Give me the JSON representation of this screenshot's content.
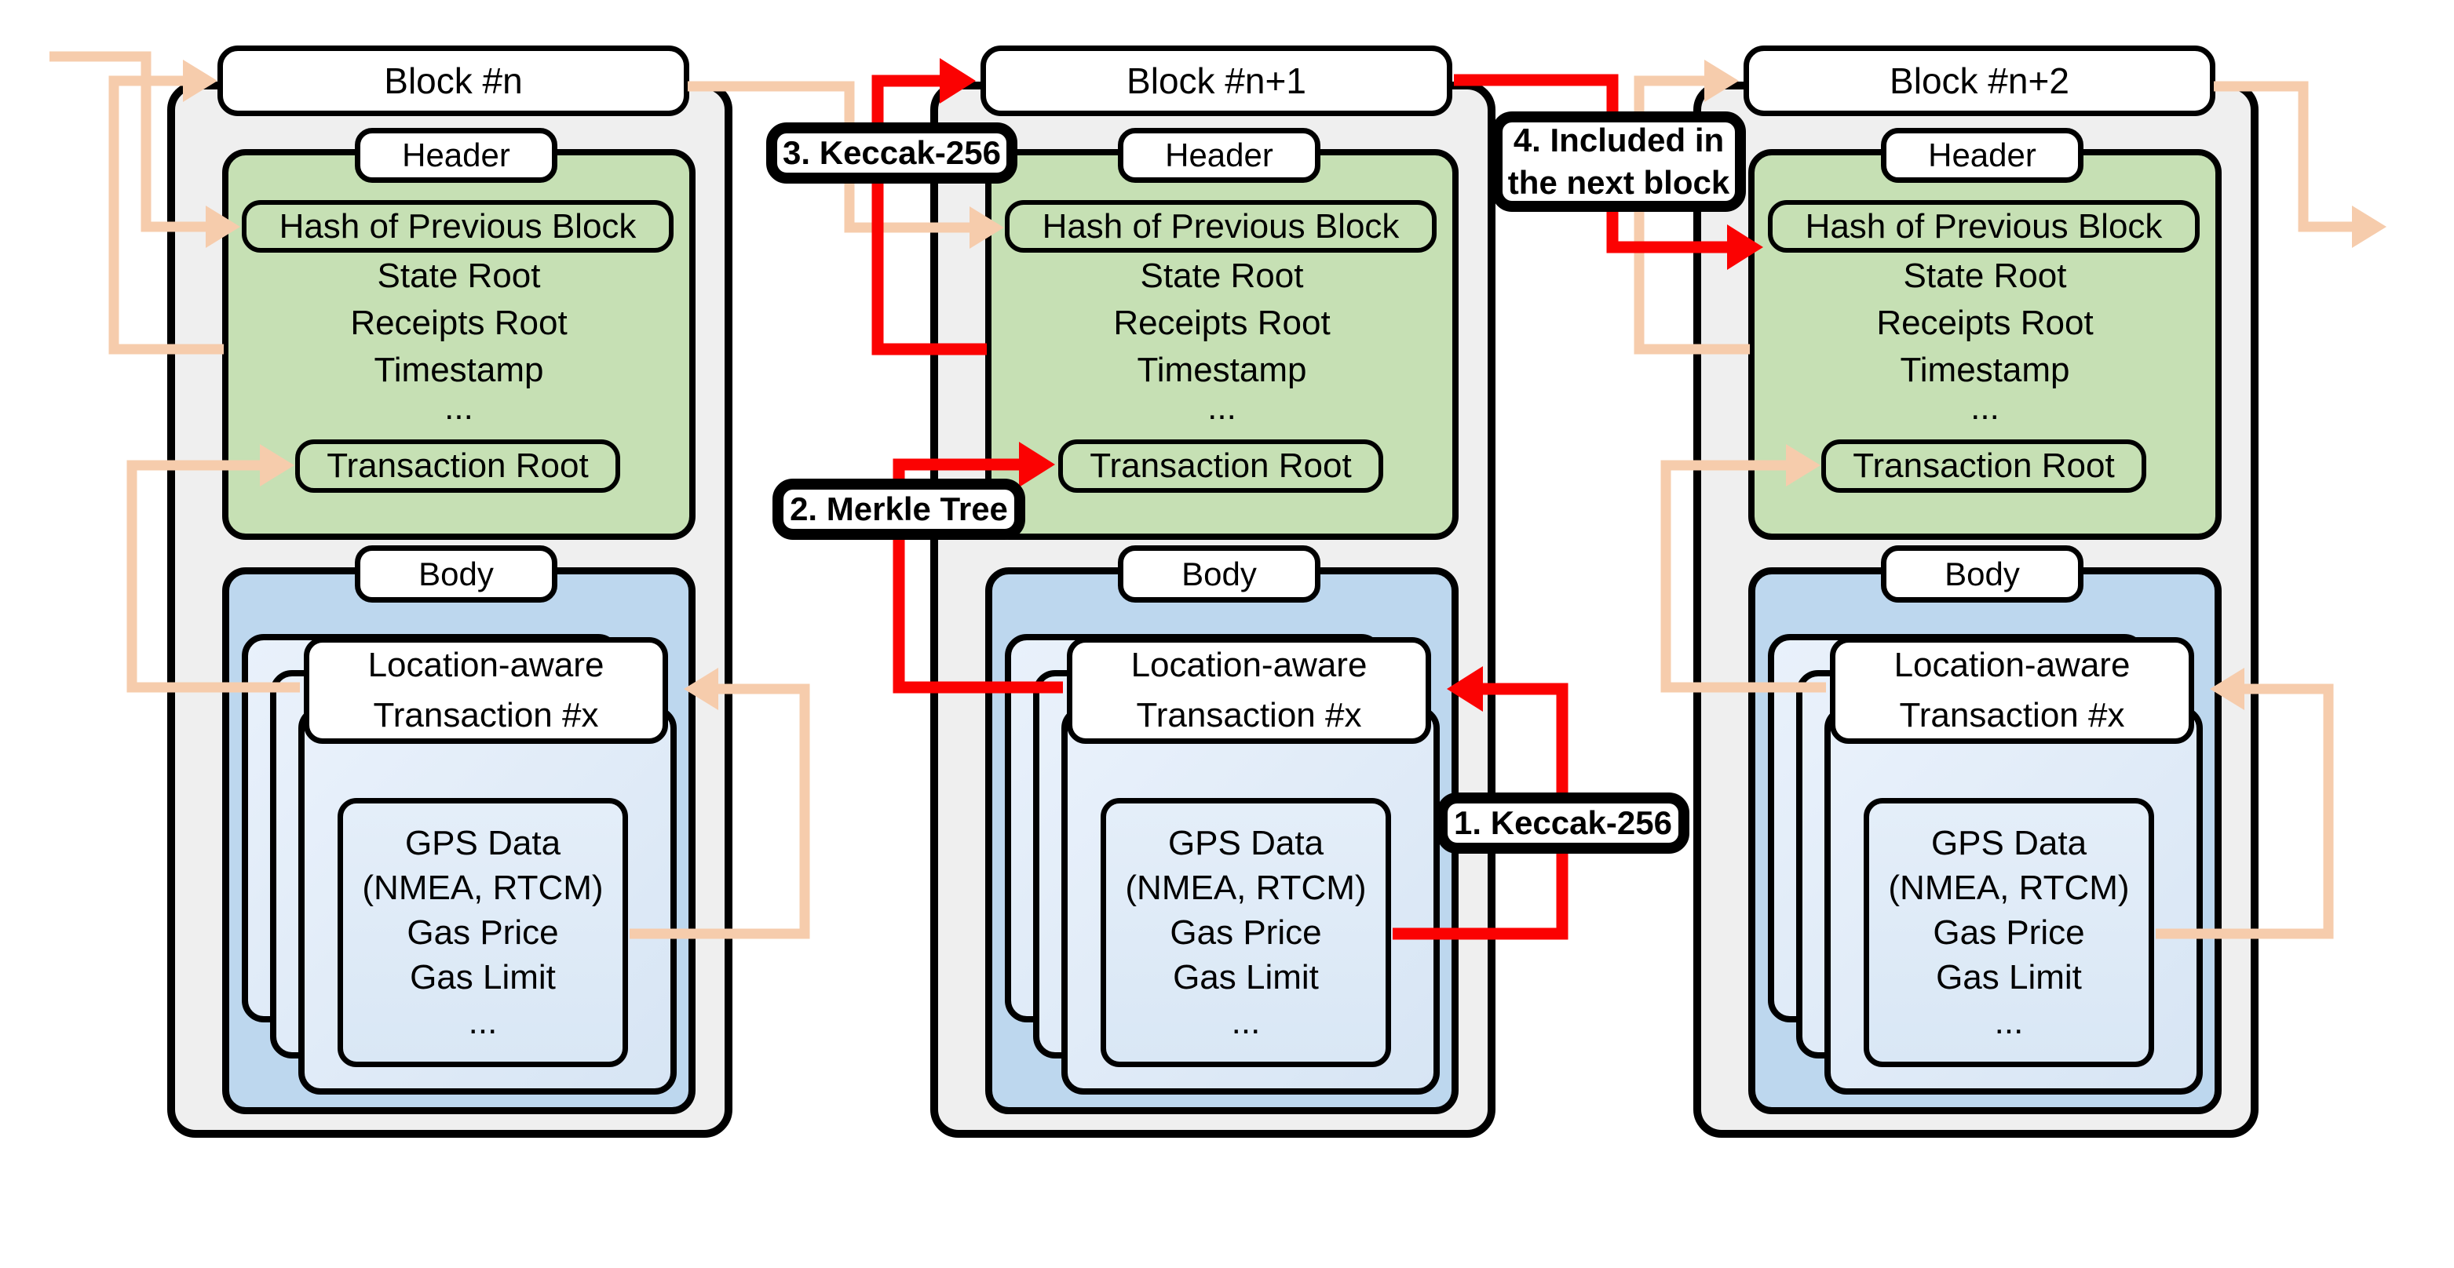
{
  "colors": {
    "arrow_red": "#fb0202",
    "arrow_peach": "#f6ccac",
    "header_green": "#c6e0b4",
    "body_blue": "#bdd7ee",
    "container_gray": "#efefef",
    "ink": "#000000"
  },
  "blocks": [
    {
      "title": "Block #n",
      "header": {
        "label": "Header",
        "hash_field": "Hash of Previous Block",
        "fields": [
          "State Root",
          "Receipts Root",
          "Timestamp",
          "..."
        ],
        "tx_root_field": "Transaction Root"
      },
      "body": {
        "label": "Body",
        "tx_line1": "Location-aware",
        "tx_line2": "Transaction #x",
        "gps_fields": [
          "GPS Data",
          "(NMEA, RTCM)",
          "Gas Price",
          "Gas Limit",
          "..."
        ]
      }
    },
    {
      "title": "Block #n+1",
      "header": {
        "label": "Header",
        "hash_field": "Hash of Previous Block",
        "fields": [
          "State Root",
          "Receipts Root",
          "Timestamp",
          "..."
        ],
        "tx_root_field": "Transaction Root"
      },
      "body": {
        "label": "Body",
        "tx_line1": "Location-aware",
        "tx_line2": "Transaction #x",
        "gps_fields": [
          "GPS Data",
          "(NMEA, RTCM)",
          "Gas Price",
          "Gas Limit",
          "..."
        ]
      }
    },
    {
      "title": "Block #n+2",
      "header": {
        "label": "Header",
        "hash_field": "Hash of Previous Block",
        "fields": [
          "State Root",
          "Receipts Root",
          "Timestamp",
          "..."
        ],
        "tx_root_field": "Transaction Root"
      },
      "body": {
        "label": "Body",
        "tx_line1": "Location-aware",
        "tx_line2": "Transaction #x",
        "gps_fields": [
          "GPS Data",
          "(NMEA, RTCM)",
          "Gas Price",
          "Gas Limit",
          "..."
        ]
      }
    }
  ],
  "callouts": [
    {
      "label": "1. Keccak-256"
    },
    {
      "label": "2. Merkle Tree"
    },
    {
      "label": "3. Keccak-256"
    },
    {
      "line1": "4. Included in",
      "line2": "the next block"
    }
  ]
}
